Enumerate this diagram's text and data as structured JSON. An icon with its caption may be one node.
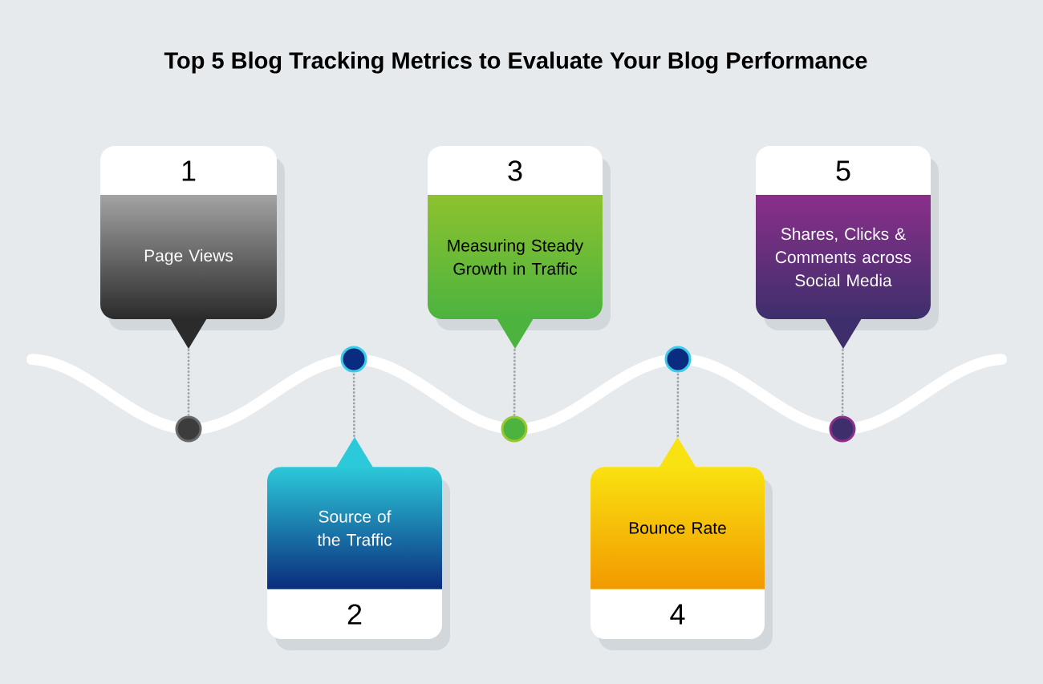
{
  "diagram": {
    "title": "Top 5 Blog Tracking Metrics to Evaluate Your Blog Performance",
    "nodes": [
      {
        "text": [
          "1",
          "Page Views"
        ]
      },
      {
        "text": [
          "Source of the Traffic",
          "2"
        ]
      },
      {
        "text": [
          "3",
          "Measuring Steady Growth in Traffic"
        ]
      },
      {
        "text": [
          "Bounce Rate",
          "4"
        ]
      },
      {
        "text": [
          "5",
          "Shares, Clicks & Comments across Social Media"
        ]
      },
      {
        "text": [],
        "shape": "circle"
      },
      {
        "text": [],
        "shape": "circle"
      },
      {
        "text": [],
        "shape": "circle"
      },
      {
        "text": [],
        "shape": "circle"
      },
      {
        "text": [],
        "shape": "circle"
      }
    ],
    "edges": [
      {
        "from": 0,
        "to": 5,
        "arrow": "none",
        "style": "dashed"
      },
      {
        "from": 1,
        "to": 6,
        "arrow": "none",
        "style": "dashed"
      },
      {
        "from": 2,
        "to": 7,
        "arrow": "none",
        "style": "dashed"
      },
      {
        "from": 3,
        "to": 8,
        "arrow": "none",
        "style": "dashed"
      },
      {
        "from": 4,
        "to": 9,
        "arrow": "none",
        "style": "dashed"
      }
    ]
  }
}
